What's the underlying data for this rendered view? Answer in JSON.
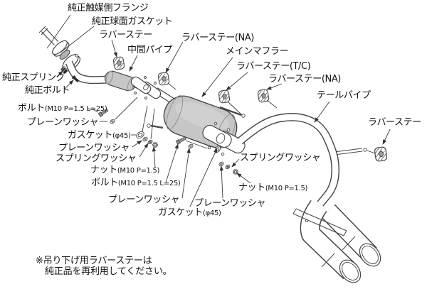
{
  "colors": {
    "background": "#ffffff",
    "line": "#474747",
    "muffler_fill": "#c6c6c6",
    "gasket_fill": "#b2b2b2",
    "text": "#121212"
  },
  "labels": {
    "oem_catalyst_flange": "純正触媒側フランジ",
    "oem_spherical_gasket": "純正球面ガスケット",
    "rubber_stay": "ラバーステー",
    "mid_pipe": "中間パイプ",
    "rubber_stay_na": "ラバーステー(NA)",
    "main_muffler": "メインマフラー",
    "rubber_stay_tc": "ラバーステー(T/C)",
    "tail_pipe": "テールパイプ",
    "oem_spring": "純正スプリング",
    "oem_bolt": "純正ボルト",
    "bolt": {
      "name": "ボルト",
      "spec": "(M10 P=1.5 L=25)"
    },
    "plain_washer": "プレーンワッシャ",
    "gasket": {
      "name": "ガスケット",
      "spec": "(φ45)"
    },
    "spring_washer": "スプリングワッシャ",
    "nut": {
      "name": "ナット",
      "spec": "(M10 P=1.5)"
    }
  },
  "note": {
    "line1": "※吊り下げ用ラバーステーは",
    "line2": "純正品を再利用してください。"
  }
}
